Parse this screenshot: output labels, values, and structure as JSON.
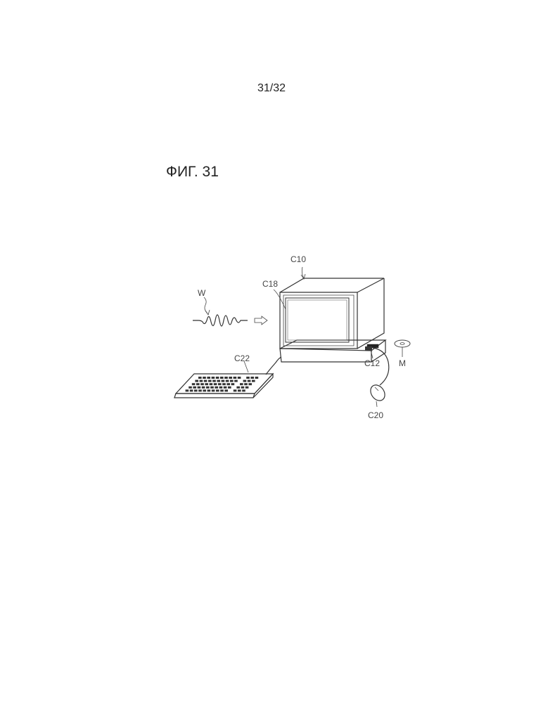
{
  "page_number": "31/32",
  "figure_title": "ФИГ. 31",
  "labels": {
    "computer": "C10",
    "display": "C18",
    "signal": "W",
    "keyboard": "C22",
    "drive": "C12",
    "medium": "M",
    "mouse": "C20"
  }
}
